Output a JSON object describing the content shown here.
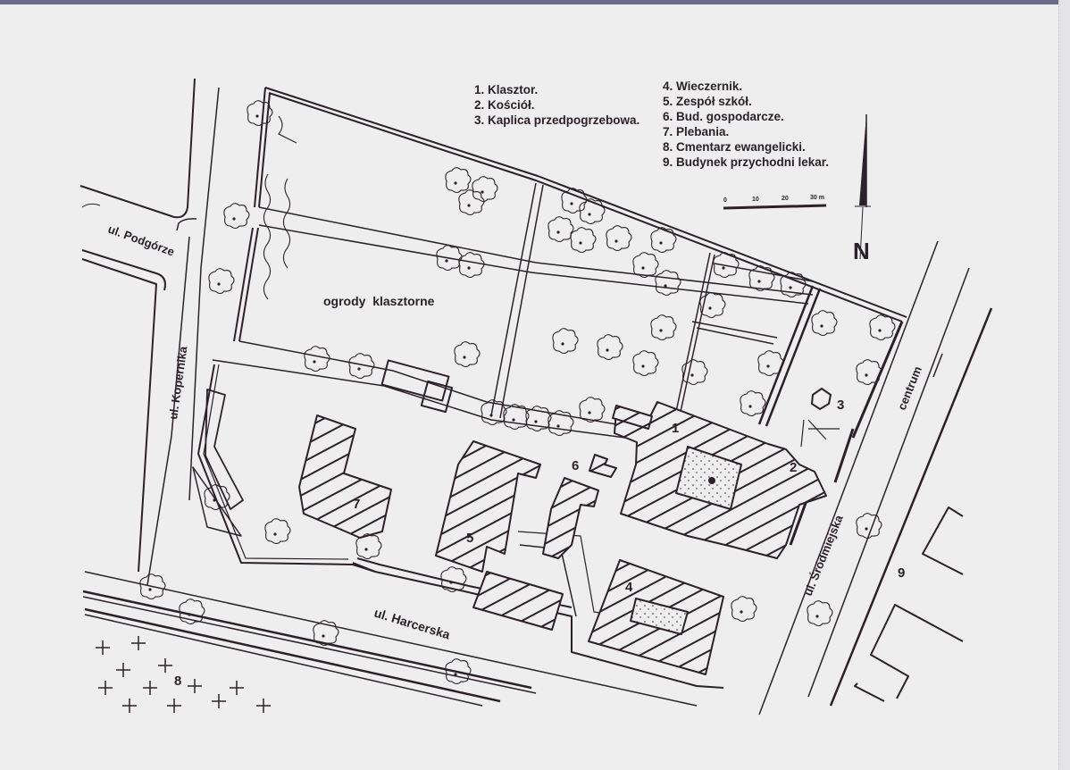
{
  "map": {
    "legend": {
      "left_column": [
        "1. Klasztor.",
        "2. Kościół.",
        "3. Kaplica przedpogrzebowa."
      ],
      "right_column": [
        "4. Wieczernik.",
        "5. Zespół szkół.",
        "6. Bud. gospodarcze.",
        "7. Plebania.",
        "8. Cmentarz ewangelicki.",
        "9. Budynek przychodni lekar."
      ]
    },
    "scale_bar": {
      "ticks": [
        "0",
        "10",
        "20",
        "30 m"
      ]
    },
    "north_arrow": {
      "label": "N"
    },
    "streets": {
      "podgorze": "ul. Podgórze",
      "kopernika": "ul. Kopernika",
      "harcerska": "ul. Harcerska",
      "srodmiejska": "ul. Śródmiejska",
      "centrum": "centrum"
    },
    "area_labels": {
      "gardens": "ogrody  klasztorne"
    },
    "building_numbers": {
      "b1": "1",
      "b2": "2",
      "b3": "3",
      "b4": "4",
      "b5": "5",
      "b6": "6",
      "b7": "7",
      "b8": "8",
      "b9": "9"
    },
    "colors": {
      "ink": "#2a2228",
      "paper": "#eeeeef"
    }
  }
}
